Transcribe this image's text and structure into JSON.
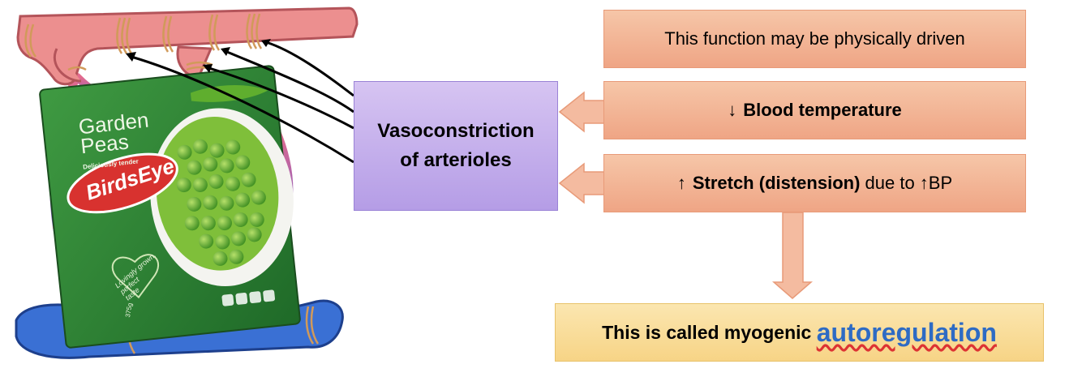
{
  "package": {
    "title_line1": "Garden",
    "title_line2": "Peas",
    "tagline": "Deliciously tender",
    "brand": "BirdsEye",
    "slogan_line1": "Lovingly grown,",
    "slogan_line2": "perfect",
    "slogan_line3": "taste",
    "weight": "375g"
  },
  "boxes": {
    "physically_driven": "This function may be physically driven",
    "blood_temp_arrow": "↓",
    "blood_temp": "Blood temperature",
    "stretch_arrow": "↑",
    "stretch": "Stretch (distension)",
    "stretch_suffix": " due to ↑BP",
    "vasoconstriction_line1": "Vasoconstriction",
    "vasoconstriction_line2": "of arterioles",
    "myogenic_prefix": "This is called myogenic ",
    "myogenic_keyword": "autoregulation"
  },
  "colors": {
    "orange_box": "#efa585",
    "purple_box": "#b59de6",
    "yellow_box": "#f7d486",
    "keyword_blue": "#2e6bc4",
    "artery_pink": "#e98a8a",
    "vein_blue": "#3b6fd1"
  }
}
